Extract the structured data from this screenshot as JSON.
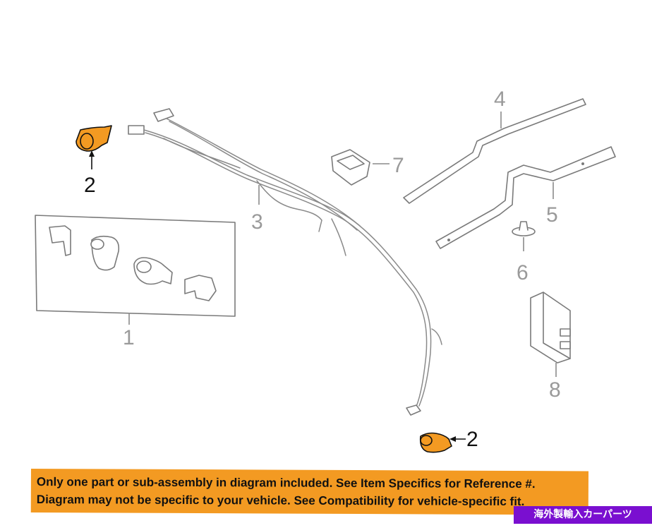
{
  "callouts": [
    {
      "id": "1",
      "label": "1",
      "highlighted": false
    },
    {
      "id": "2a",
      "label": "2",
      "highlighted": true
    },
    {
      "id": "2b",
      "label": "2",
      "highlighted": true
    },
    {
      "id": "3",
      "label": "3",
      "highlighted": false
    },
    {
      "id": "4",
      "label": "4",
      "highlighted": false
    },
    {
      "id": "5",
      "label": "5",
      "highlighted": false
    },
    {
      "id": "6",
      "label": "6",
      "highlighted": false
    },
    {
      "id": "7",
      "label": "7",
      "highlighted": false
    },
    {
      "id": "8",
      "label": "8",
      "highlighted": false
    }
  ],
  "disclaimer": {
    "line1": "Only one part or sub-assembly in diagram included. See Item Specifics for Reference #.",
    "line2": "Diagram may not be specific to your vehicle. See Compatibility for vehicle-specific fit."
  },
  "seller_badge": {
    "text": "海外製輸入カーパーツ"
  },
  "colors": {
    "highlight": "#f39a22",
    "line_art": "#7a7a7a",
    "callout_inactive": "#9a9a9a",
    "callout_active": "#111111",
    "badge": "#7a0fd0"
  }
}
